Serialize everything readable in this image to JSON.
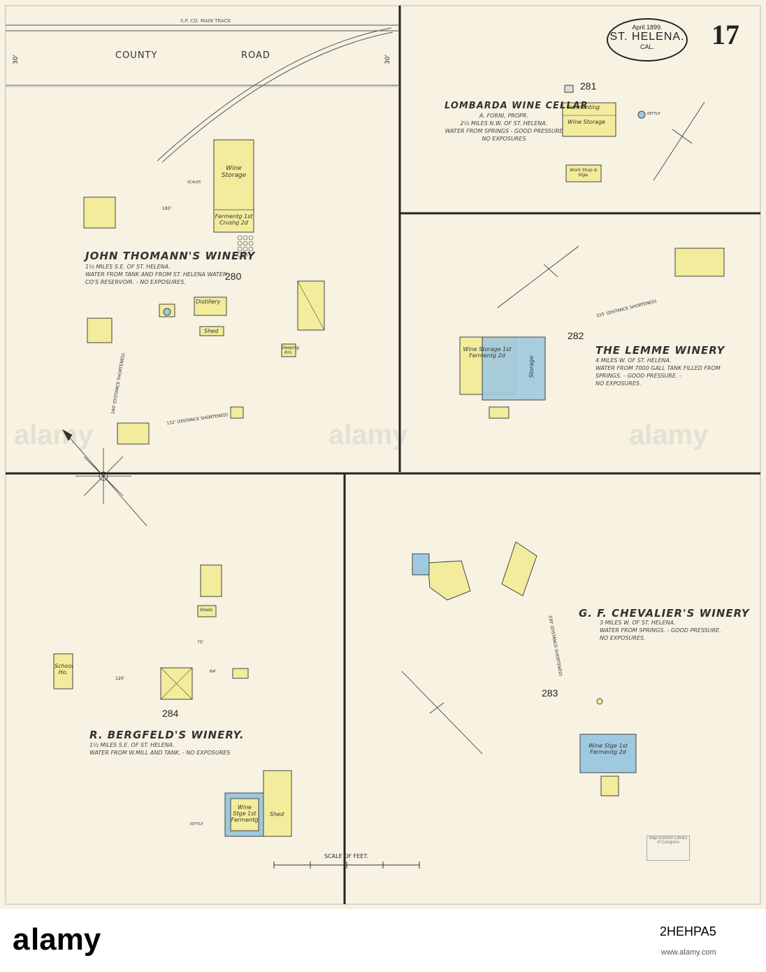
{
  "header": {
    "date": "April 1899.",
    "city": "ST. HELENA.",
    "state": "CAL.",
    "sheet_number": "17"
  },
  "road": {
    "name_part1": "COUNTY",
    "name_part2": "ROAD",
    "railroad": "S.P. CO.     MAIN TRACK",
    "width_left": "30'",
    "width_right": "30'"
  },
  "wineries": [
    {
      "lot": "280",
      "title": "JOHN THOMANN'S WINERY",
      "lines": [
        "1½ MILES S.E. OF ST. HELENA.",
        "WATER FROM TANK AND FROM ST. HELENA WATER",
        "CO'S RESERVOIR.  -  NO EXPOSURES."
      ]
    },
    {
      "lot": "281",
      "title": "LOMBARDA WINE CELLAR",
      "lines": [
        "A. FORNI, PROPR.",
        "2½ MILES N.W. OF ST. HELENA.",
        "WATER FROM SPRINGS - GOOD PRESSURE",
        "NO EXPOSURES"
      ]
    },
    {
      "lot": "282",
      "title": "THE LEMME WINERY",
      "lines": [
        "4 MILES W. OF ST. HELENA.",
        "WATER FROM 7000 GALL TANK FILLED FROM",
        "SPRINGS. - GOOD PRESSURE. -",
        "NO EXPOSURES."
      ]
    },
    {
      "lot": "283",
      "title": "G. F. CHEVALIER'S WINERY",
      "lines": [
        "3 MILES W. OF ST. HELENA.",
        "WATER FROM SPRINGS. - GOOD PRESSURE.",
        "NO EXPOSURES."
      ]
    },
    {
      "lot": "284",
      "title": "R. BERGFELD'S WINERY.",
      "lines": [
        "1½ MILES S.E. OF ST. HELENA.",
        "WATER FROM W.MILL AND TANK. - NO EXPOSURES"
      ]
    }
  ],
  "buildings": {
    "thomann_storage": "Wine Storage",
    "thomann_ferment": "Fermentg 1st Crushg 2d",
    "thomann_distillery": "Distillery",
    "thomann_shed": "Shed",
    "thomann_sleeping": "Sleeping Rm.",
    "thomann_scales": "SCALES",
    "lombarda_fermenting": "Fermenting",
    "lombarda_storage": "Wine Storage",
    "lombarda_workshop": "Work Shop & Stge.",
    "lombarda_kettle": "KETTLE",
    "lemme_storage": "Wine Storage 1st Fermentg 2d",
    "lemme_storage2": "Storage",
    "chevalier_main": "Wine Stge 1st Fermentg 2d",
    "bergfeld_main": "Wine Stge 1st Fermentg",
    "bergfeld_shed": "Shed",
    "bergfeld_school": "School Ho.",
    "bergfeld_sheds": "Sheds",
    "bergfeld_kettle": "KETTLE"
  },
  "distances": {
    "d183": "183'",
    "d132": "132' (DISTANCE SHORTENED)",
    "d325": "325' (DISTANCE SHORTENED)",
    "d160": "160' (DISTANCE SHORTENED)",
    "d330": "330' (DISTANCE SHORTENED)",
    "d120": "120'",
    "d64": "64'",
    "d75": "75'"
  },
  "scale": {
    "label": "SCALE OF FEET."
  },
  "stamp": {
    "text": "Map Division  Library of Congress"
  },
  "watermark": {
    "brand": "alamy",
    "image_id": "2HEHPA5",
    "url": "www.alamy.com"
  },
  "colors": {
    "paper": "#f7f2e1",
    "frame_building": "#f3ec9c",
    "brick_stone_building": "#9ec9de",
    "ink": "#333333"
  }
}
